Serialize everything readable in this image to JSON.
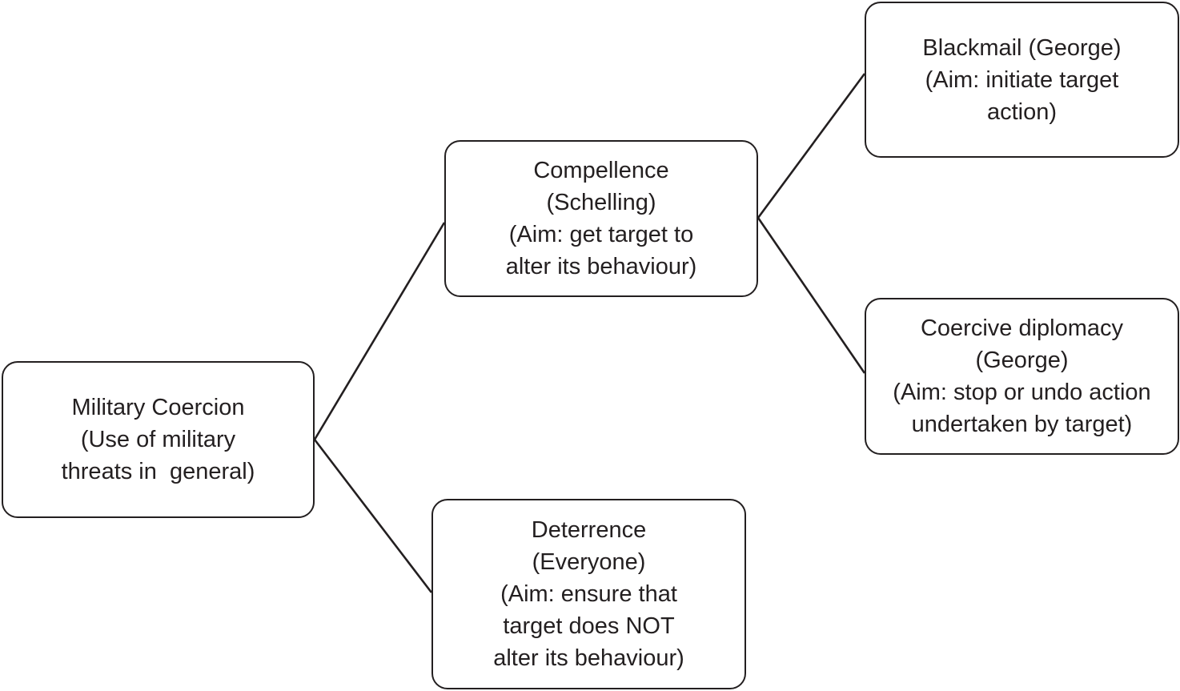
{
  "diagram": {
    "nodes": [
      {
        "id": "military",
        "lines": [
          "Military Coercion",
          "(Use of military",
          "threats in  general)"
        ]
      },
      {
        "id": "compel",
        "lines": [
          "Compellence",
          "(Schelling)",
          "(Aim: get target to",
          "alter its behaviour)"
        ]
      },
      {
        "id": "deter",
        "lines": [
          "Deterrence",
          "(Everyone)",
          "(Aim: ensure that",
          "target does NOT",
          "alter its behaviour)"
        ]
      },
      {
        "id": "black",
        "lines": [
          "Blackmail (George)",
          "(Aim: initiate target",
          "action)"
        ]
      },
      {
        "id": "coerce",
        "lines": [
          "Coercive diplomacy",
          "(George)",
          "(Aim: stop or undo action",
          "undertaken by target)"
        ]
      }
    ],
    "edges": [
      {
        "from": "military",
        "to": "compel"
      },
      {
        "from": "military",
        "to": "deter"
      },
      {
        "from": "compel",
        "to": "black"
      },
      {
        "from": "compel",
        "to": "coerce"
      }
    ]
  }
}
